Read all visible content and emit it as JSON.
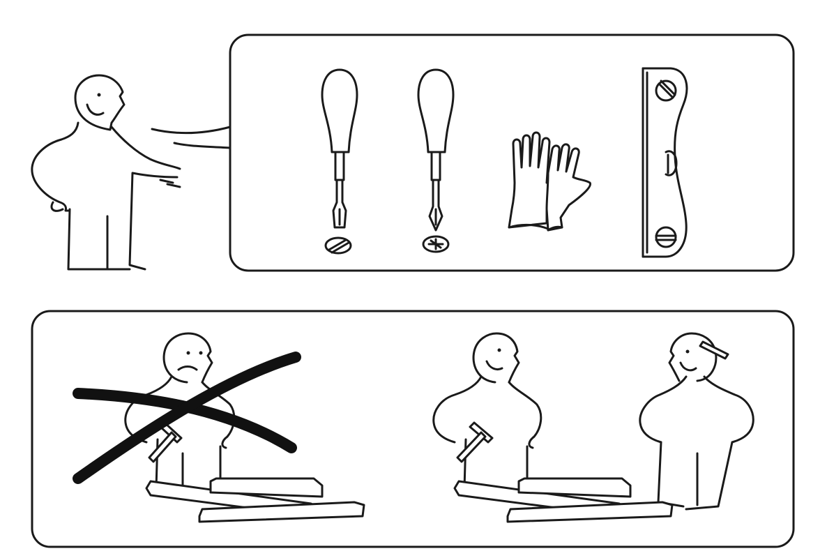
{
  "page": {
    "type": "assembly-instructions-illustration",
    "background": "#ffffff",
    "ink": "#1a1a1a"
  },
  "top_panel": {
    "tools": [
      {
        "icon": "flathead-screwdriver-icon"
      },
      {
        "icon": "phillips-screwdriver-icon"
      },
      {
        "icon": "gloves-icon"
      },
      {
        "icon": "spirit-level-icon"
      }
    ]
  },
  "bottom_panel": {
    "left_scene": {
      "icon": "one-person-assembly-crossed-out"
    },
    "right_scene": {
      "icon": "two-person-assembly"
    }
  }
}
